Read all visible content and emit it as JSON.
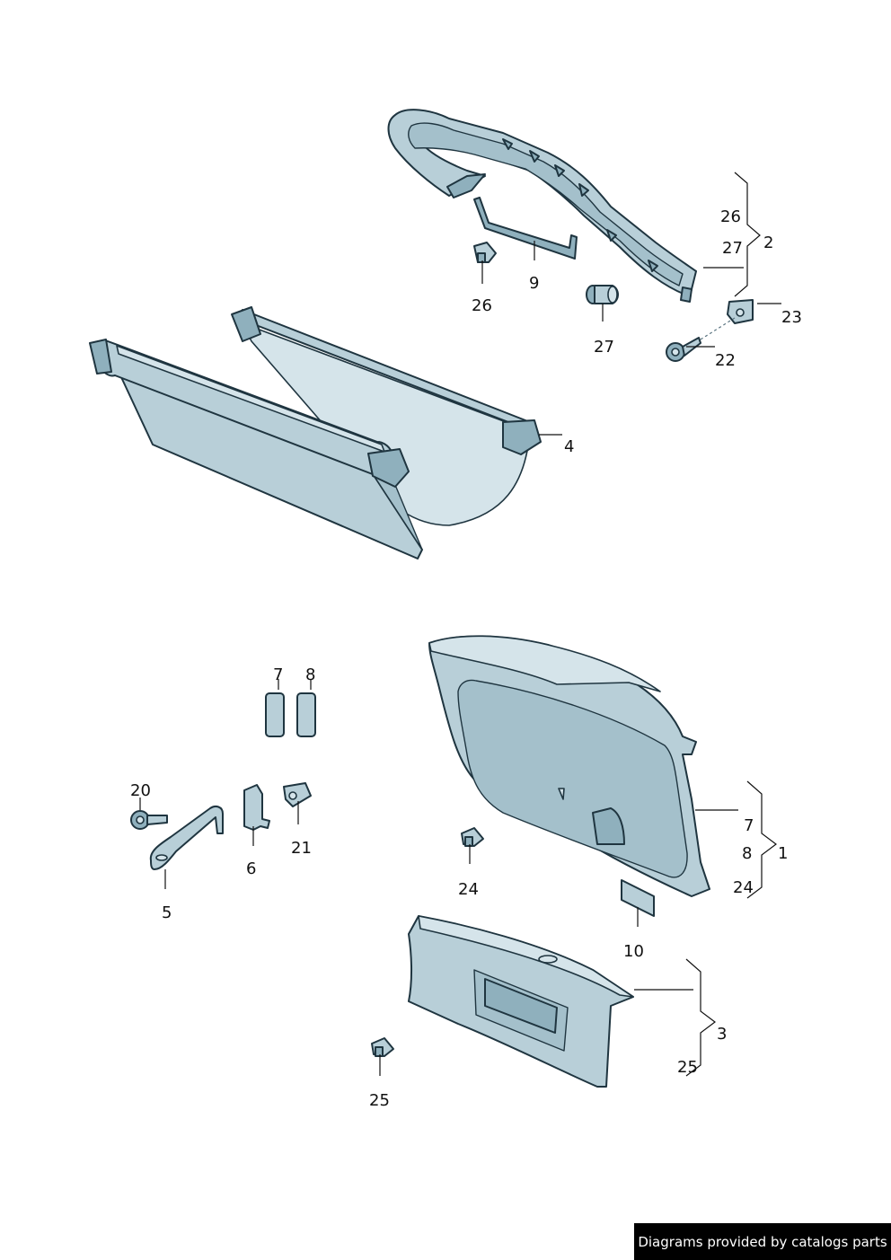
{
  "callouts": {
    "c1": "1",
    "c2": "2",
    "c3": "3",
    "c4": "4",
    "c5": "5",
    "c6": "6",
    "c7a": "7",
    "c7b": "7",
    "c8a": "8",
    "c8b": "8",
    "c9": "9",
    "c10": "10",
    "c20": "20",
    "c21": "21",
    "c22": "22",
    "c23": "23",
    "c24a": "24",
    "c24b": "24",
    "c25a": "25",
    "c25b": "25",
    "c26a": "26",
    "c26b": "26",
    "c27a": "27",
    "c27b": "27"
  },
  "footer": {
    "text": "Diagrams provided by catalogs parts"
  },
  "colors": {
    "part_fill": "#b8cfd8",
    "outline": "#1f3540",
    "footer_bg": "#000000"
  }
}
